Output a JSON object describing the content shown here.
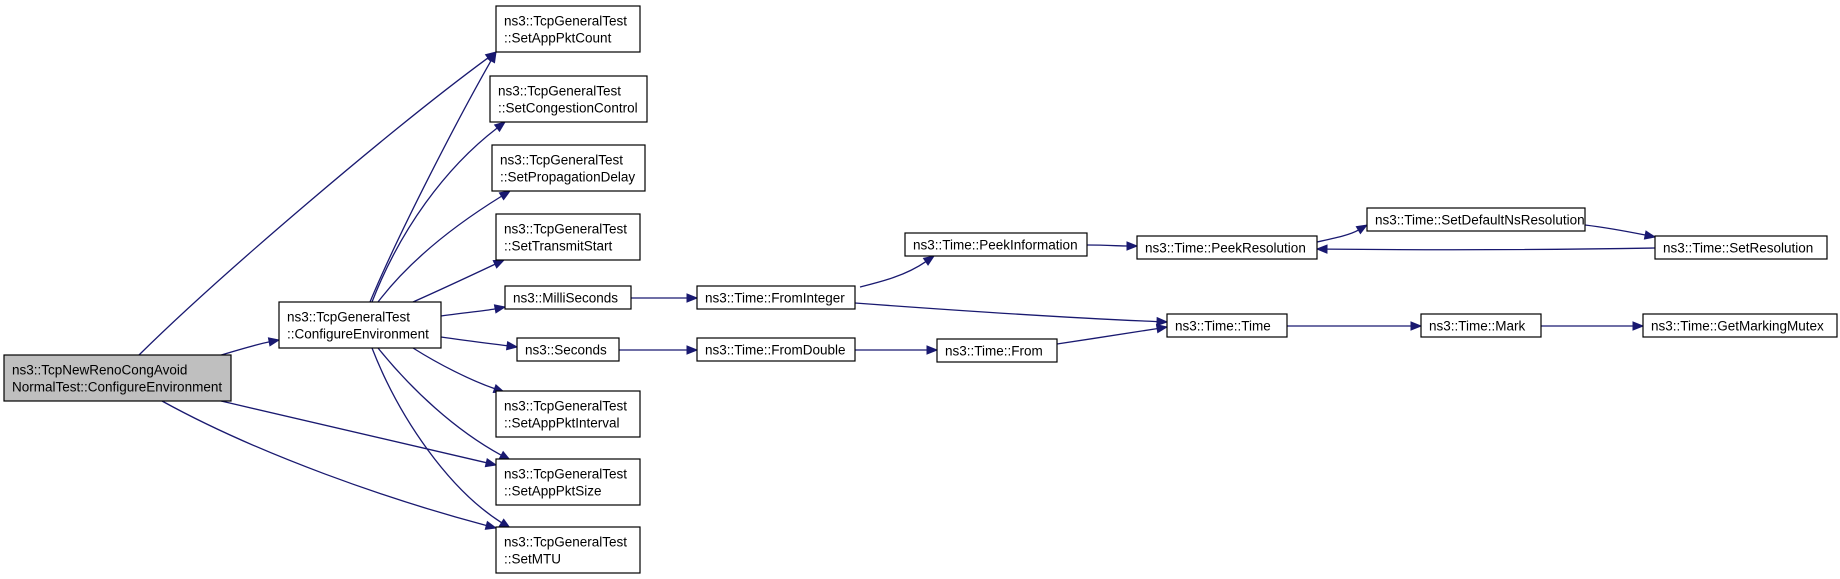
{
  "nodes": {
    "root": {
      "lines": [
        "ns3::TcpNewRenoCongAvoid",
        "NormalTest::ConfigureEnvironment"
      ]
    },
    "configureEnv": {
      "lines": [
        "ns3::TcpGeneralTest",
        "::ConfigureEnvironment"
      ]
    },
    "setAppPktCount": {
      "lines": [
        "ns3::TcpGeneralTest",
        "::SetAppPktCount"
      ]
    },
    "setCongestionControl": {
      "lines": [
        "ns3::TcpGeneralTest",
        "::SetCongestionControl"
      ]
    },
    "setPropagationDelay": {
      "lines": [
        "ns3::TcpGeneralTest",
        "::SetPropagationDelay"
      ]
    },
    "setTransmitStart": {
      "lines": [
        "ns3::TcpGeneralTest",
        "::SetTransmitStart"
      ]
    },
    "milliSeconds": {
      "lines": [
        "ns3::MilliSeconds"
      ]
    },
    "seconds": {
      "lines": [
        "ns3::Seconds"
      ]
    },
    "setAppPktInterval": {
      "lines": [
        "ns3::TcpGeneralTest",
        "::SetAppPktInterval"
      ]
    },
    "setAppPktSize": {
      "lines": [
        "ns3::TcpGeneralTest",
        "::SetAppPktSize"
      ]
    },
    "setMTU": {
      "lines": [
        "ns3::TcpGeneralTest",
        "::SetMTU"
      ]
    },
    "fromInteger": {
      "lines": [
        "ns3::Time::FromInteger"
      ]
    },
    "fromDouble": {
      "lines": [
        "ns3::Time::FromDouble"
      ]
    },
    "peekInformation": {
      "lines": [
        "ns3::Time::PeekInformation"
      ]
    },
    "peekResolution": {
      "lines": [
        "ns3::Time::PeekResolution"
      ]
    },
    "setDefaultNsResolution": {
      "lines": [
        "ns3::Time::SetDefaultNsResolution"
      ]
    },
    "setResolution": {
      "lines": [
        "ns3::Time::SetResolution"
      ]
    },
    "time": {
      "lines": [
        "ns3::Time::Time"
      ]
    },
    "from": {
      "lines": [
        "ns3::Time::From"
      ]
    },
    "mark": {
      "lines": [
        "ns3::Time::Mark"
      ]
    },
    "getMarkingMutex": {
      "lines": [
        "ns3::Time::GetMarkingMutex"
      ]
    }
  },
  "edges": [
    [
      "root",
      "setAppPktCount"
    ],
    [
      "root",
      "configureEnv"
    ],
    [
      "root",
      "setAppPktSize"
    ],
    [
      "root",
      "setMTU"
    ],
    [
      "configureEnv",
      "setAppPktCount"
    ],
    [
      "configureEnv",
      "setCongestionControl"
    ],
    [
      "configureEnv",
      "setPropagationDelay"
    ],
    [
      "configureEnv",
      "setTransmitStart"
    ],
    [
      "configureEnv",
      "milliSeconds"
    ],
    [
      "configureEnv",
      "seconds"
    ],
    [
      "configureEnv",
      "setAppPktInterval"
    ],
    [
      "configureEnv",
      "setAppPktSize"
    ],
    [
      "configureEnv",
      "setMTU"
    ],
    [
      "milliSeconds",
      "fromInteger"
    ],
    [
      "seconds",
      "fromDouble"
    ],
    [
      "fromInteger",
      "peekInformation"
    ],
    [
      "fromInteger",
      "time"
    ],
    [
      "fromDouble",
      "from"
    ],
    [
      "from",
      "time"
    ],
    [
      "peekInformation",
      "peekResolution"
    ],
    [
      "peekResolution",
      "setDefaultNsResolution"
    ],
    [
      "setDefaultNsResolution",
      "setResolution"
    ],
    [
      "setResolution",
      "peekResolution"
    ],
    [
      "time",
      "mark"
    ],
    [
      "mark",
      "getMarkingMutex"
    ]
  ],
  "colors": {
    "edge": "#191970",
    "root_fill": "#bfbfbf",
    "node_fill": "#ffffff",
    "node_border": "#000000"
  }
}
